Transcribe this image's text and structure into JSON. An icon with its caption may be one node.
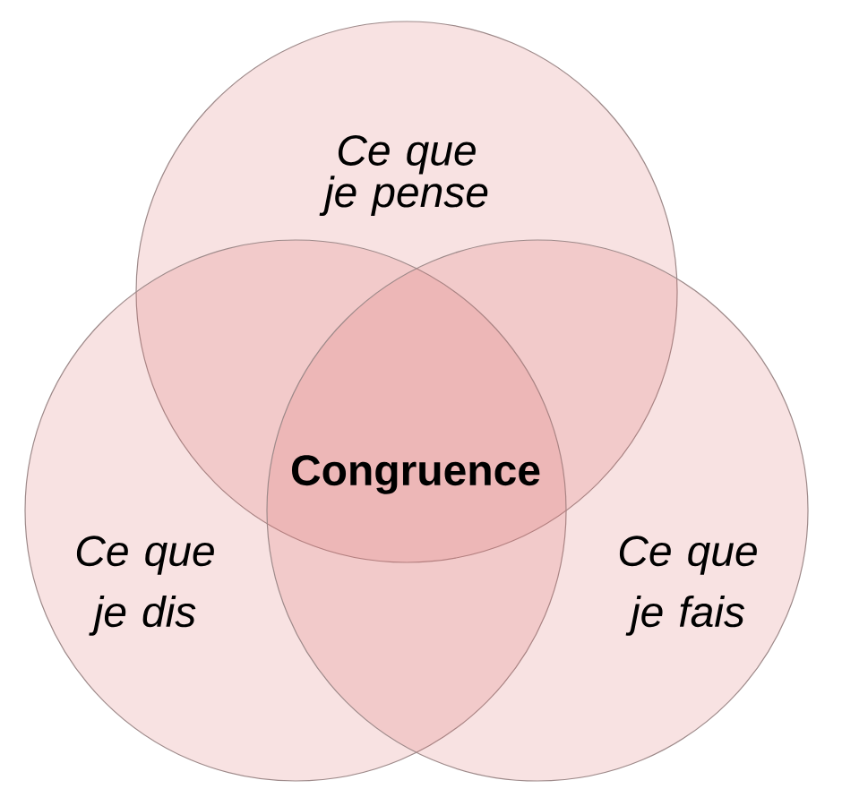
{
  "diagram": {
    "nodes": [
      {
        "text": [
          "Ce que je pense"
        ]
      },
      {
        "text": [
          "Ce que je dis"
        ]
      },
      {
        "text": [
          "Ce que je fais"
        ]
      }
    ],
    "labels": [
      "Congruence"
    ]
  }
}
